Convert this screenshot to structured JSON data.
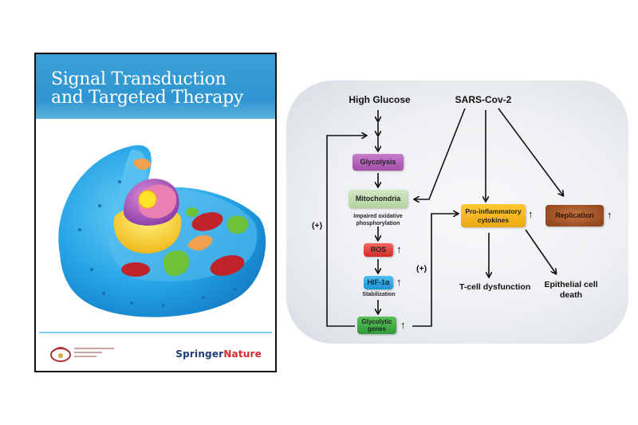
{
  "cover": {
    "title_line1": "Signal Transduction",
    "title_line2": "and Targeted Therapy",
    "header_color": "#3ba0d8",
    "illustration": "animal-cell-cross-section",
    "publisher_part1": "Springer",
    "publisher_part2": "Nature",
    "publisher_colors": {
      "springer": "#1f3b78",
      "nature": "#d72a2f"
    }
  },
  "diagram": {
    "sources": {
      "high_glucose": "High Glucose",
      "sars_cov_2": "SARS-Cov-2"
    },
    "nodes": {
      "glycolysis": {
        "label": "Glycolysis",
        "color": "#b05cb6"
      },
      "mitochondria": {
        "label": "Mitochondria",
        "color": "#bfdcae"
      },
      "ros": {
        "label": "ROS",
        "color": "#e03a3a"
      },
      "hif": {
        "label": "HIF-1α",
        "color": "#2aa6df"
      },
      "glycolytic_genes": {
        "line1": "Glycolytic",
        "line2": "genes",
        "color": "#3aaa44"
      },
      "pro_inflammatory": {
        "line1": "Pro-inflammatory",
        "line2": "cytokines",
        "color": "#f4b51a"
      },
      "replication": {
        "label": "Replication",
        "color": "#9a4e24"
      }
    },
    "annotations": {
      "impaired_line1": "Impaired oxidative",
      "impaired_line2": "phosphorylation",
      "stabilization": "Stabilization",
      "feedback_left": "(+)",
      "feedback_right": "(+)",
      "up_arrow": "↑"
    },
    "outcomes": {
      "t_cell": "T-cell dysfunction",
      "epithelial_line1": "Epithelial cell",
      "epithelial_line2": "death"
    }
  }
}
